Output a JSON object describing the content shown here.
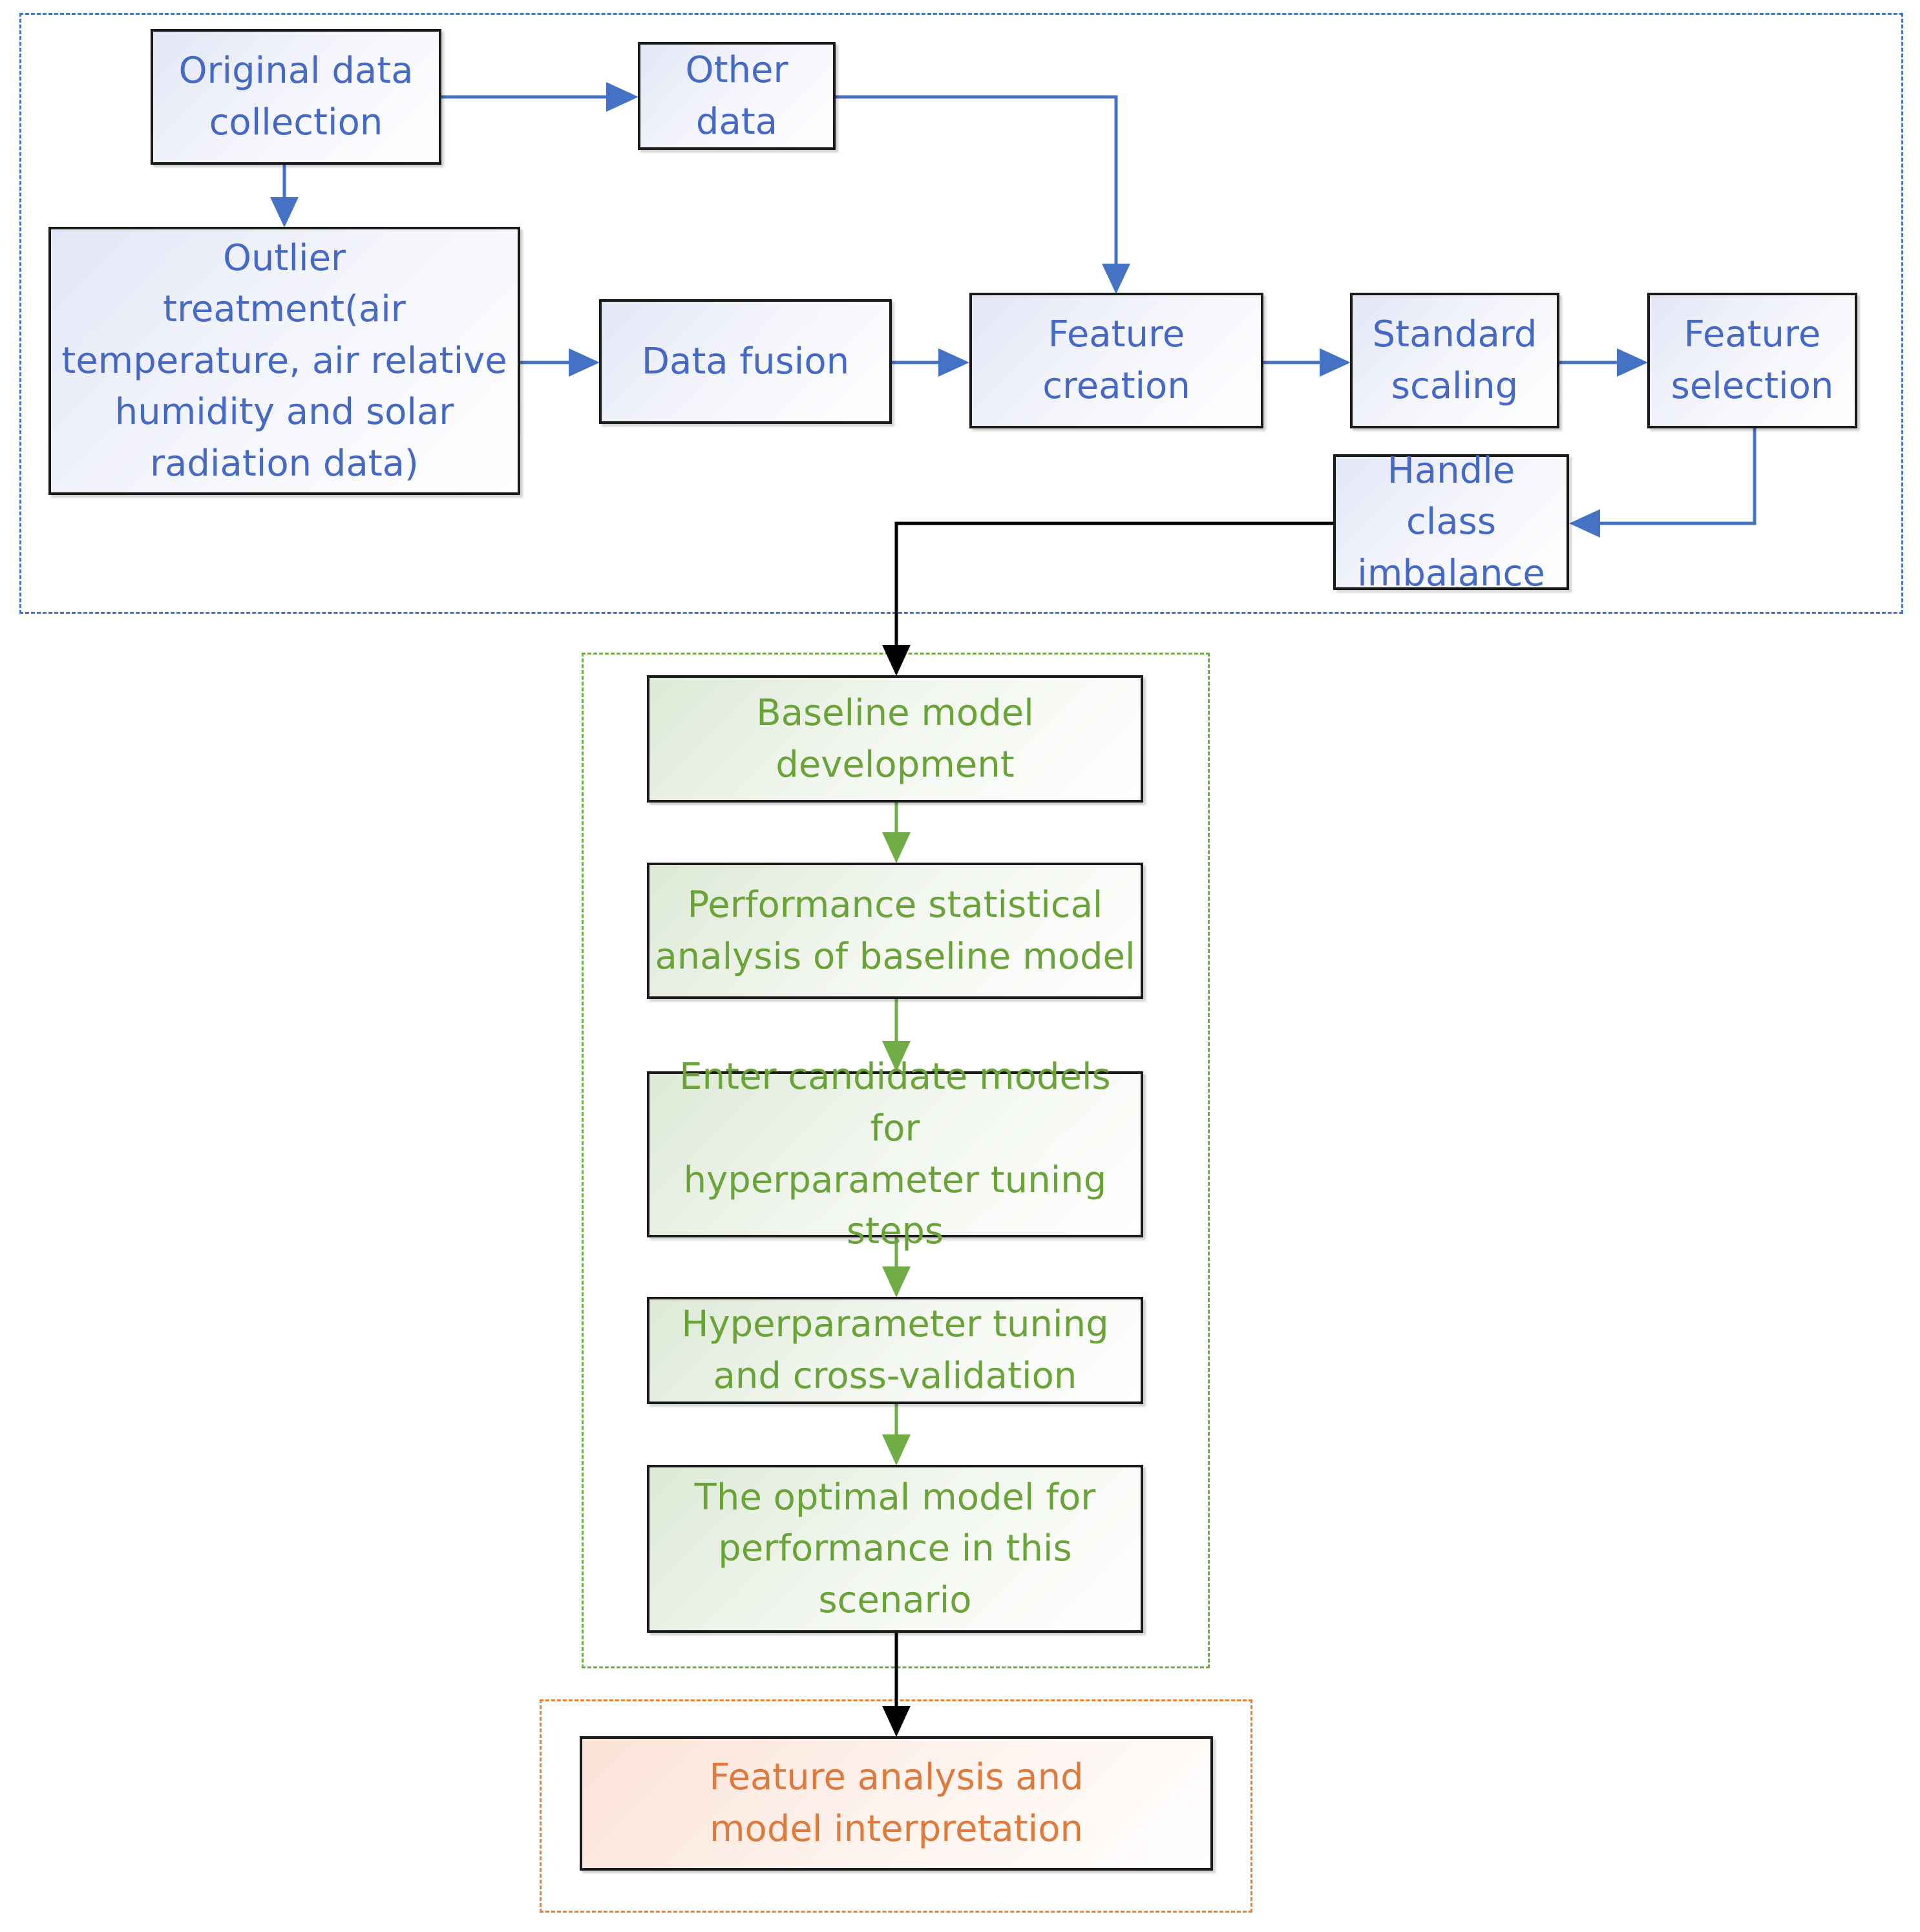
{
  "colors": {
    "blue": "#4472c4",
    "blue_text": "#4569c4",
    "green": "#70ad47",
    "green_text": "#6aa338",
    "orange": "#ed7d31",
    "orange_text": "#de7a3c",
    "black": "#000000"
  },
  "nodes": {
    "original_data_collection": "Original data\ncollection",
    "other_data": "Other\ndata",
    "outlier_treatment": "Outlier\ntreatment(air\ntemperature, air relative\nhumidity and solar\nradiation data)",
    "data_fusion": "Data fusion",
    "feature_creation": "Feature\ncreation",
    "standard_scaling": "Standard\nscaling",
    "feature_selection": "Feature\nselection",
    "handle_class_imbalance": "Handle class\nimbalance",
    "baseline_model_development": "Baseline model\ndevelopment",
    "performance_statistical_analysis": "Performance statistical\nanalysis of baseline model",
    "enter_candidate_models": "Enter candidate models for\nhyperparameter tuning\nsteps",
    "hyperparameter_tuning": "Hyperparameter tuning\nand cross-validation",
    "optimal_model": "The optimal model for\nperformance in this\nscenario",
    "feature_analysis": "Feature analysis and\nmodel interpretation"
  }
}
